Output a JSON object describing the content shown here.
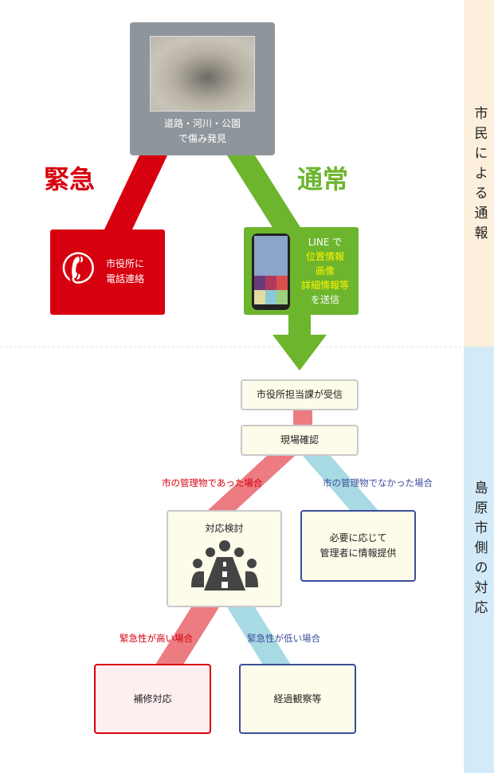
{
  "side": {
    "citizen": "市民による通報",
    "city": "島原市側の対応"
  },
  "discover": {
    "line1": "道路・河川・公園",
    "line2": "で傷み発見"
  },
  "branches": {
    "urgent": "緊急",
    "normal": "通常"
  },
  "phone": {
    "line1": "市役所に",
    "line2": "電話連絡"
  },
  "line": {
    "l1": "LINE で",
    "l2": "位置情報",
    "l3": "画像",
    "l4": "詳細情報等",
    "l5": "を送信"
  },
  "steps": {
    "receive": "市役所担当課が受信",
    "confirm": "現場確認",
    "consider": "対応検討",
    "other1": "必要に応じて",
    "other2": "管理者に情報提供",
    "repair": "補修対応",
    "observe": "経過観察等"
  },
  "conditions": {
    "managed": "市の管理物であった場合",
    "not_managed": "市の管理物でなかった場合",
    "high": "緊急性が高い場合",
    "low": "緊急性が低い場合"
  },
  "colors": {
    "red": "#d7000f",
    "green": "#6cb52d",
    "gray": "#8e969c",
    "pink": "#ec7b82",
    "lightblue": "#a8dae3",
    "navy": "#3b4d9b"
  }
}
